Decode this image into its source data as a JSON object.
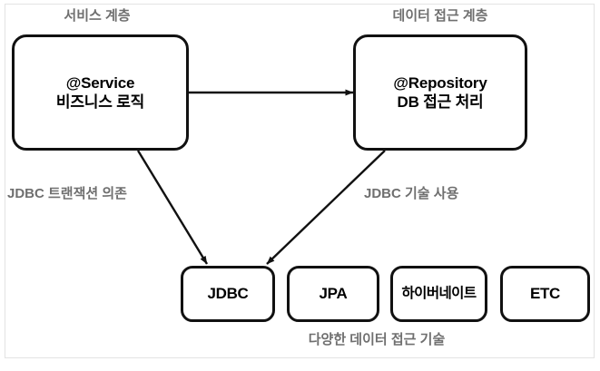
{
  "diagram": {
    "title_captions": {
      "service_layer": "서비스 계층",
      "data_access_layer": "데이터 접근 계층",
      "bottom_caption": "다양한 데이터 접근 기술"
    },
    "nodes": {
      "service": {
        "line1": "@Service",
        "line2": "비즈니스 로직"
      },
      "repository": {
        "line1": "@Repository",
        "line2": "DB 접근 처리"
      }
    },
    "tech_nodes": [
      {
        "label": "JDBC"
      },
      {
        "label": "JPA"
      },
      {
        "label": "하이버네이트"
      },
      {
        "label": "ETC"
      }
    ],
    "edge_labels": {
      "left": "JDBC 트랜잭션 의존",
      "right": "JDBC 기술 사용"
    },
    "colors": {
      "stroke": "#111111",
      "caption_gray": "#6f6f6f",
      "frame": "#e3e3e3",
      "background": "#ffffff"
    }
  }
}
